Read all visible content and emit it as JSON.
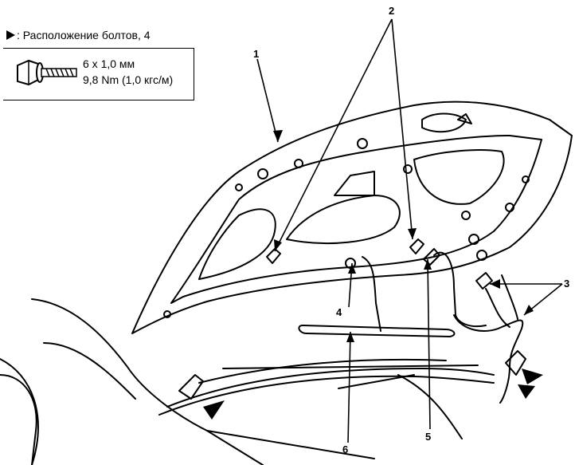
{
  "legend": {
    "title": "Расположение болтов, 4",
    "spec_size": "6 x 1,0 мм",
    "spec_torque": "9,8 Nm (1,0 кгс/м)",
    "bolt_icon": "bolt-icon",
    "marker_icon": "triangle-marker-icon"
  },
  "callouts": {
    "n1": "1",
    "n2": "2",
    "n3": "3",
    "n4": "4",
    "n5": "5",
    "n6": "6"
  }
}
